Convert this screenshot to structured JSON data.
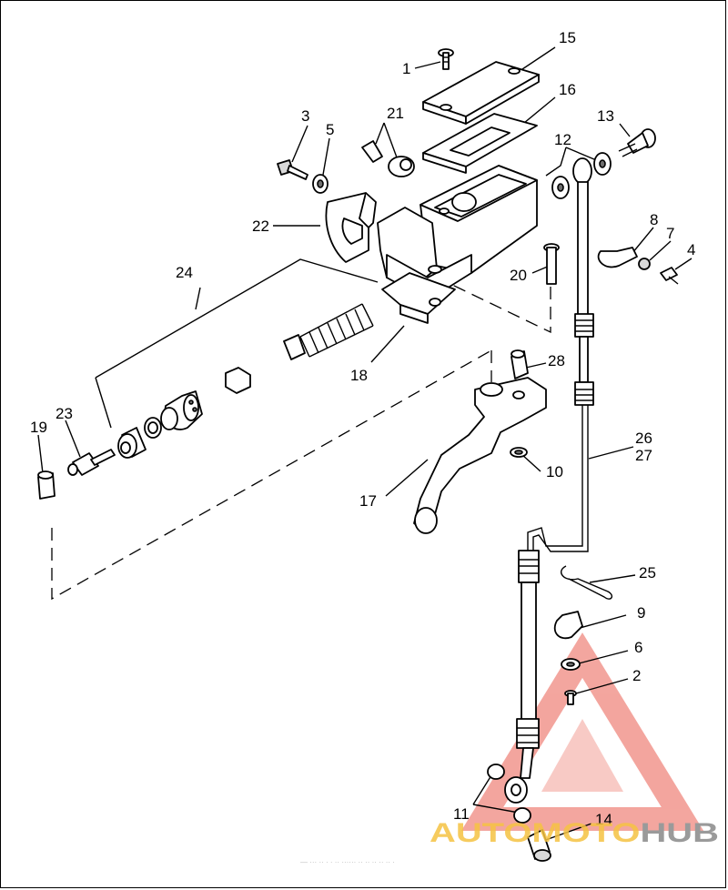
{
  "diagram": {
    "part_numbers": [
      "1",
      "2",
      "3",
      "4",
      "5",
      "6",
      "7",
      "8",
      "9",
      "10",
      "11",
      "12",
      "13",
      "14",
      "15",
      "16",
      "17",
      "18",
      "19",
      "20",
      "21",
      "22",
      "23",
      "24",
      "25",
      "26",
      "27",
      "28"
    ]
  },
  "watermark": {
    "brand_auto": "AUTO",
    "brand_moto": "MOTO",
    "brand_hub": "HUB",
    "colors": {
      "auto": "#f5c242",
      "moto": "#f5c242",
      "hub": "#9a9a9a",
      "triangle": "#e53a2a"
    },
    "tagline": "— ··· ·· · · ·· ······ ·· ·· ·· ·· ·· ·"
  }
}
